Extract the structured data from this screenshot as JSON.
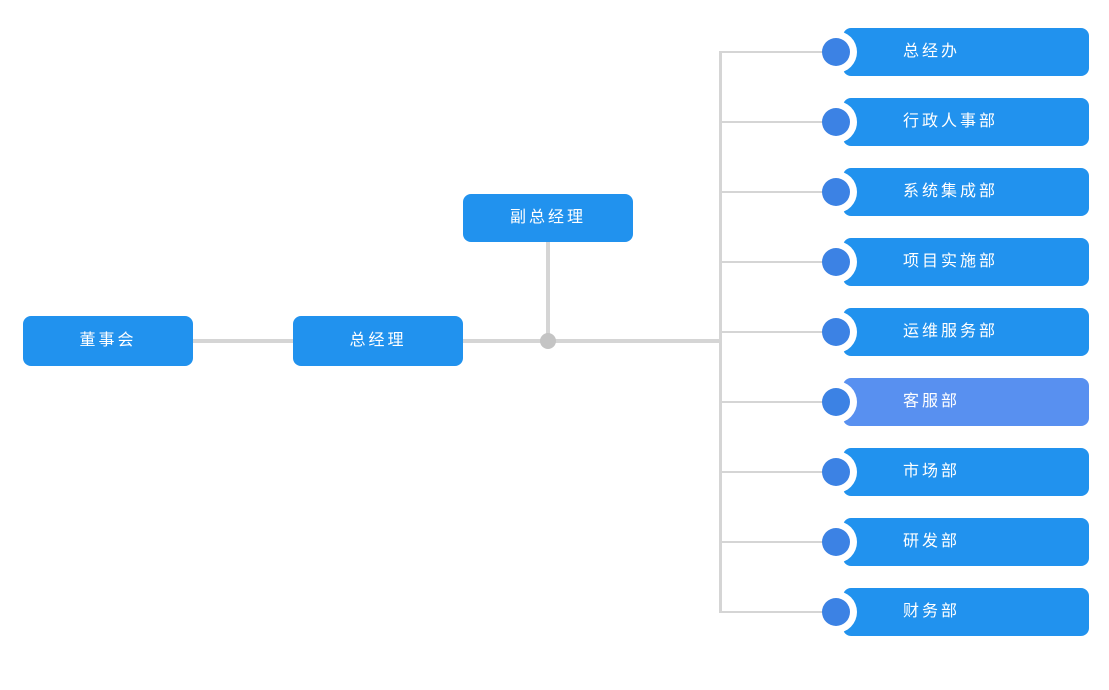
{
  "colors": {
    "node_blue": "#2192EE",
    "node_highlight": "#5890F0",
    "circle_blue": "#3C82E4",
    "line_gray": "#D5D5D5",
    "junction_gray": "#C4C4C4",
    "text_white": "#FFFFFF",
    "bg": "#FFFFFF"
  },
  "nodes": {
    "board": {
      "label": "董事会"
    },
    "gm": {
      "label": "总经理"
    },
    "deputy_gm": {
      "label": "副总经理"
    }
  },
  "departments": [
    {
      "label": "总经办",
      "highlighted": false
    },
    {
      "label": "行政人事部",
      "highlighted": false
    },
    {
      "label": "系统集成部",
      "highlighted": false
    },
    {
      "label": "项目实施部",
      "highlighted": false
    },
    {
      "label": "运维服务部",
      "highlighted": false
    },
    {
      "label": "客服部",
      "highlighted": true
    },
    {
      "label": "市场部",
      "highlighted": false
    },
    {
      "label": "研发部",
      "highlighted": false
    },
    {
      "label": "财务部",
      "highlighted": false
    }
  ]
}
